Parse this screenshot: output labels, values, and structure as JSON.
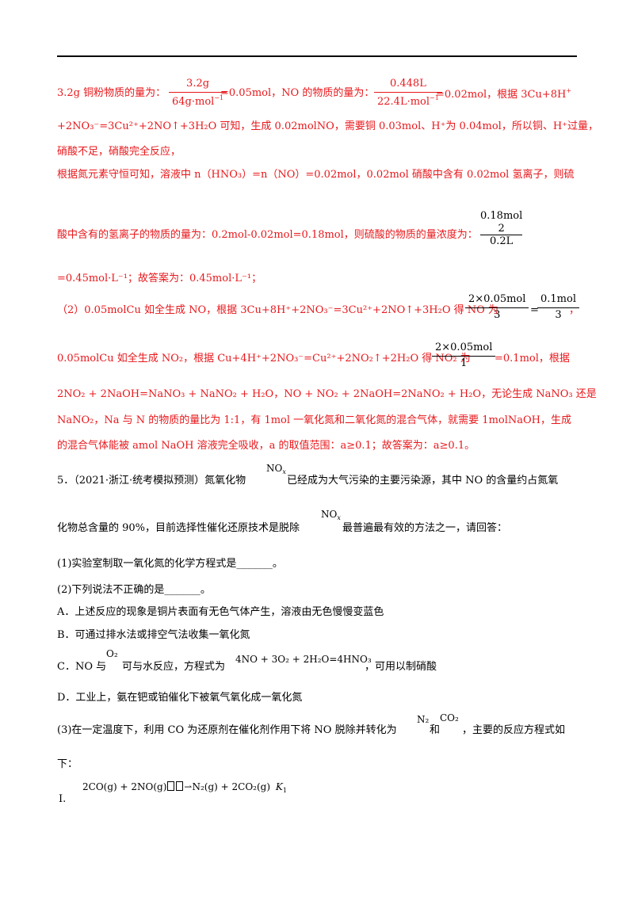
{
  "solution": {
    "l1_a": "3.2g 铜粉物质的量为：",
    "f1_num": "3.2g",
    "f1_den": "64g·mol",
    "f1_den_sup": "−1",
    "l1_b": "=0.05mol，NO 的物质的量为：",
    "f2_num": "0.448L",
    "f2_den": "22.4L·mol",
    "f2_den_sup": "−1",
    "l1_c": "=0.02mol，根据 3Cu+8H",
    "l1_c_sup": "+",
    "l2": "+2NO₃⁻=3Cu²⁺+2NO↑+3H₂O 可知，生成 0.02molNO，需要铜 0.03mol、H⁺为 0.04mol，所以铜、H⁺过量，",
    "l3": "硝酸不足，硝酸完全反应，",
    "l4": "根据氮元素守恒可知，溶液中 n（HNO₃）=n（NO）=0.02mol，0.02mol 硝酸中含有 0.02mol 氢离子，则硫",
    "l5": "酸中含有的氢离子的物质的量为：0.2mol-0.02mol=0.18mol，则硫酸的物质的量浓度为：",
    "f3_top": "0.18mol",
    "f3_mid": "2",
    "f3_bot": "0.2L",
    "l6": "=0.45mol·L⁻¹；故答案为：0.45mol·L⁻¹；",
    "l7_a": "（2）0.05molCu 如全生成 NO，根据 3Cu+8H⁺+2NO₃⁻=3Cu²⁺+2NO↑+3H₂O 得 NO 为",
    "f4_num": "2×0.05mol",
    "f4_den": "3",
    "l7_eq": "=",
    "f5_num": "0.1mol",
    "f5_den": "3",
    "l7_end": "，",
    "l8_a": "0.05molCu 如全生成 NO₂，根据 Cu+4H⁺+2NO₃⁻=Cu²⁺+2NO₂↑+2H₂O 得 NO₂ 为",
    "f6_num": "2×0.05mol",
    "f6_den": "1",
    "l8_b": "=0.1mol，根据",
    "l9": "2NO₂ + 2NaOH=NaNO₃ + NaNO₂ + H₂O，NO + NO₂ + 2NaOH=2NaNO₂ + H₂O，无论生成 NaNO₃ 还是",
    "l10": "NaNO₂，Na 与 N 的物质的量比为 1:1，有 1mol 一氧化氮和二氧化氮的混合气体，就需要 1molNaOH，生成",
    "l11": "的混合气体能被 amol NaOH 溶液完全吸收，a 的取值范围：a≥0.1；故答案为：a≥0.1。"
  },
  "question": {
    "q5_a": "5．（2021·浙江·统考模拟预测）氮氧化物",
    "nox": "NO",
    "nox_sub": "x",
    "q5_b": "已经成为大气污染的主要污染源，其中 NO 的含量约占氮氧",
    "q5_c": "化物总含量的 90%，目前选择性催化还原技术是脱除",
    "q5_d": "最普遍最有效的方法之一，请回答：",
    "p1": "(1)实验室制取一氧化氮的化学方程式是_______。",
    "p2": "(2)下列说法不正确的是_______。",
    "optA": "A．上述反应的现象是铜片表面有无色气体产生，溶液由无色慢慢变蓝色",
    "optB": "B．可通过排水法或排空气法收集一氧化氮",
    "optC_a": "C．NO 与",
    "o2": "O₂",
    "optC_b": "可与水反应，方程式为",
    "optC_eq": "4NO + 3O₂ + 2H₂O=4HNO₃",
    "optC_c": "，可用以制硝酸",
    "optD": "D．工业上，氨在钯或铂催化下被氧气氧化成一氧化氮",
    "p3_a": "(3)在一定温度下，利用 CO 为还原剂在催化剂作用下将 NO 脱除并转化为",
    "n2": "N₂",
    "p3_and": "和",
    "co2": "CO₂",
    "p3_b": "，主要的反应方程式如",
    "p3_c": "下：",
    "r1_label": "Ⅰ.",
    "r1_eq_a": "2CO(g) + 2NO(g)",
    "r1_eq_b": "N₂(g) + 2CO₂(g)",
    "r1_k": "K",
    "r1_k_sub": "1"
  },
  "colors": {
    "answer": "#e8181c",
    "text": "#000000"
  }
}
